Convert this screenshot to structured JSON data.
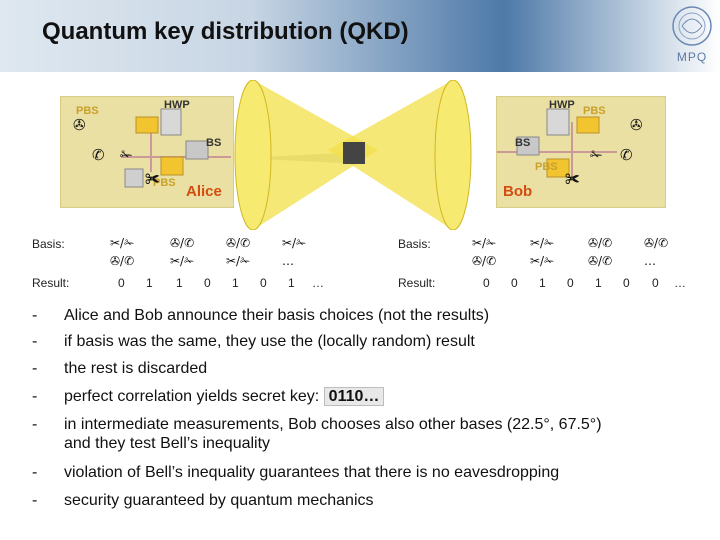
{
  "title": "Quantum key distribution (QKD)",
  "logo": {
    "text": "MPQ",
    "icon": "institute-seal-icon"
  },
  "labels": {
    "alice": "Alice",
    "bob": "Bob",
    "pbs": "PBS",
    "hwp": "HWP",
    "bs": "BS",
    "basis": "Basis:",
    "result": "Result:"
  },
  "alice_basis_top": [
    "✂/✁",
    "✇/✆",
    "✇/✆",
    "✂/✁"
  ],
  "alice_basis_bottom": [
    "✇/✆",
    "✂/✁",
    "✂/✁",
    "…"
  ],
  "alice_results": [
    "0",
    "1",
    "1",
    "0",
    "1",
    "0",
    "1",
    "…"
  ],
  "bob_basis_top": [
    "✂/✁",
    "✂/✁",
    "✇/✆",
    "✇/✆"
  ],
  "bob_basis_bottom": [
    "✇/✆",
    "✂/✁",
    "✇/✆",
    "…"
  ],
  "bob_results": [
    "0",
    "0",
    "1",
    "0",
    "1",
    "0",
    "0",
    "…"
  ],
  "bullets": [
    "-",
    "Alice and Bob announce their basis choices (not the results)",
    "if basis was the same, they use the (locally random) result",
    "the rest is discarded",
    "perfect correlation yields secret key: ",
    "0110…",
    "in intermediate measurements, Bob chooses also other bases (22.5°, 67.5°)",
    "and they test Bell’s inequality",
    "violation of Bell’s inequality guarantees that there is no eavesdropping",
    "security guaranteed by quantum mechanics"
  ],
  "colors": {
    "setup_bg": "#eae0a3",
    "label": "#d24d12",
    "cone": "#f2e04a"
  }
}
